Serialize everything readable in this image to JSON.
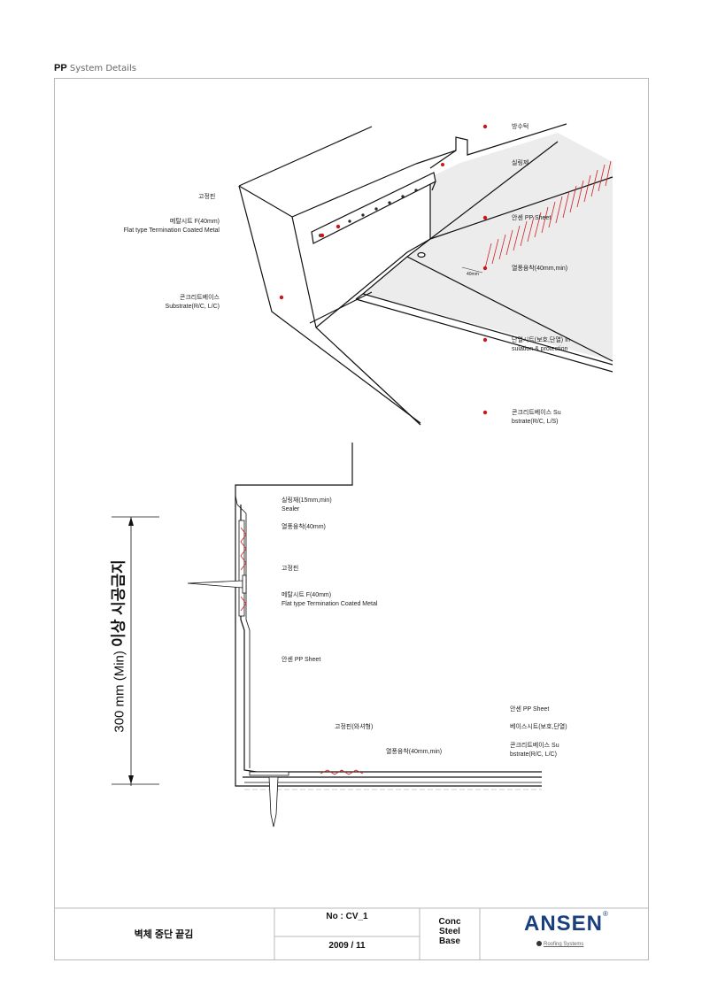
{
  "header": {
    "brand": "PP",
    "title": "System Details"
  },
  "top_labels": {
    "fixing_pin": "고정핀",
    "metal_sheet_ko": "메탈시트 F(40mm)",
    "metal_sheet_en": "Flat type Termination Coated Metal",
    "substrate_ko": "콘크리트베이스",
    "substrate_en": "Substrate(R/C, L/C)",
    "flashing": "방수턱",
    "sealant": "실링제",
    "pp_sheet": "안센 PP Sheet",
    "heat_weld": "열풍융착(40mm,min)",
    "dim_40mm": "40mm",
    "insulation_1": "단열시트(보호,단열) In",
    "insulation_2": "sulation & protection",
    "substrate2_1": "콘크리트베이스 Su",
    "substrate2_2": "bstrate(R/C, L/S)"
  },
  "bottom_labels": {
    "sealant_ko": "실링재(15mm,min)",
    "sealant_en": "Sealer",
    "heat_weld": "열풍융착(40mm)",
    "fixing_pin": "고정핀",
    "metal_sheet_ko": "메탈시트 F(40mm)",
    "metal_sheet_en": "Flat type Termination Coated Metal",
    "pp_sheet": "안센 PP Sheet",
    "pp_sheet2": "안센 PP Sheet",
    "base_sheet": "베이스시트(보호,단열)",
    "fixing_pin_washer": "고정핀(와셔형)",
    "heat_weld2": "열풍융착(40mm,min)",
    "substrate_1": "콘크리트베이스 Su",
    "substrate_2": "bstrate(R/C, L/C)"
  },
  "dimension": {
    "value": "300 mm (Min)",
    "note": "이상 시공금지"
  },
  "title_block": {
    "title": "벽체 중단 끝김",
    "no": "No : CV_1",
    "date": "2009 / 11",
    "base": [
      "Conc",
      "Steel",
      "Base"
    ],
    "logo": "ANSEN",
    "registered": "®",
    "logo_sub": "Roofing Systems"
  }
}
